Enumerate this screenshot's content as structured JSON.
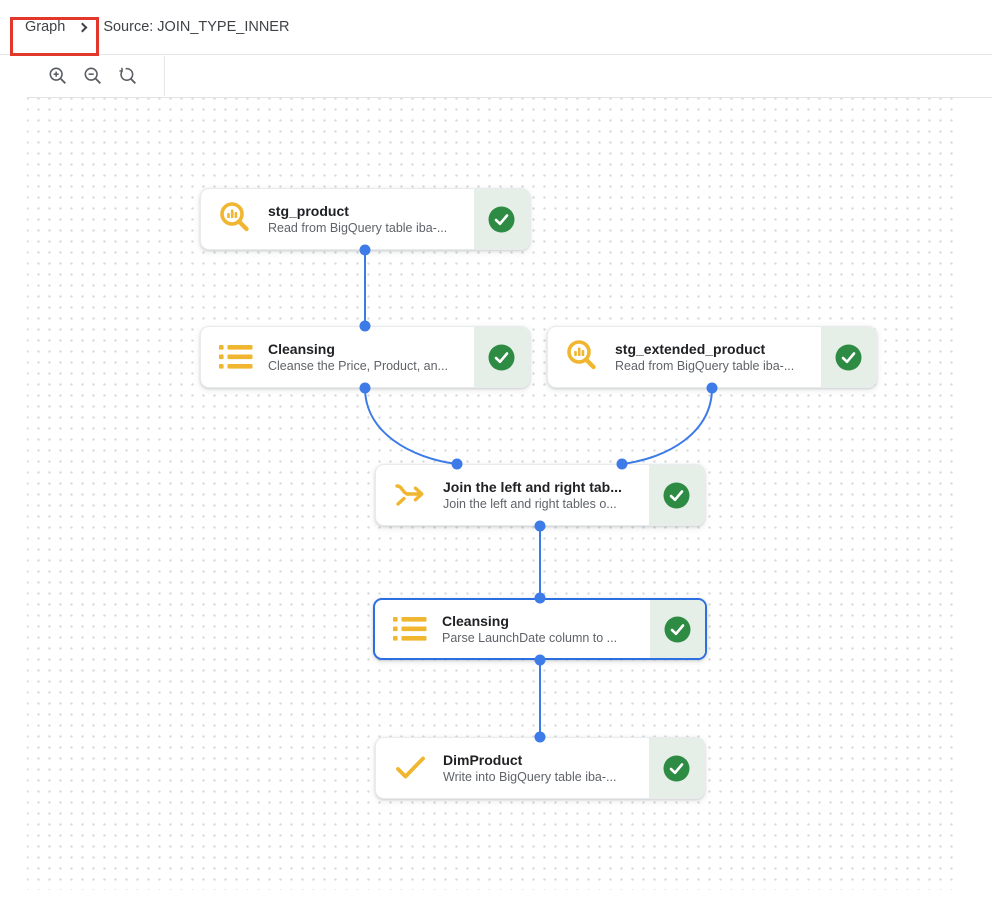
{
  "breadcrumb": {
    "graph_label": "Graph",
    "separator_icon": "chevron-right",
    "source_label": "Source: JOIN_TYPE_INNER"
  },
  "annotation": {
    "shape": "rectangle",
    "color": "#e2372b"
  },
  "toolbar": {
    "buttons": [
      {
        "icon": "zoom-in-magnifier-plus"
      },
      {
        "icon": "zoom-out-magnifier-minus"
      },
      {
        "icon": "zoom-reset-magnifier-arrow"
      }
    ]
  },
  "nodes": [
    {
      "id": "stg_product",
      "title": "stg_product",
      "subtitle": "Read from BigQuery table iba-...",
      "icon": "bigquery-read-magnifier-chart-icon",
      "status": "success",
      "selected": false
    },
    {
      "id": "cleansing_1",
      "title": "Cleansing",
      "subtitle": "Cleanse the Price, Product, an...",
      "icon": "recipe-list-icon",
      "status": "success",
      "selected": false
    },
    {
      "id": "stg_extended_product",
      "title": "stg_extended_product",
      "subtitle": "Read from BigQuery table iba-...",
      "icon": "bigquery-read-magnifier-chart-icon",
      "status": "success",
      "selected": false
    },
    {
      "id": "join_1",
      "title": "Join the left and right tab...",
      "subtitle": "Join the left and right tables o...",
      "icon": "join-merge-arrow-icon",
      "status": "success",
      "selected": false
    },
    {
      "id": "cleansing_2",
      "title": "Cleansing",
      "subtitle": "Parse LaunchDate column to ...",
      "icon": "recipe-list-icon",
      "status": "success",
      "selected": true
    },
    {
      "id": "dim_product",
      "title": "DimProduct",
      "subtitle": "Write into BigQuery table iba-...",
      "icon": "write-check-icon",
      "status": "success",
      "selected": false
    }
  ],
  "edges": [
    {
      "from": "stg_product",
      "to": "cleansing_1"
    },
    {
      "from": "cleansing_1",
      "to": "join_1"
    },
    {
      "from": "stg_extended_product",
      "to": "join_1"
    },
    {
      "from": "join_1",
      "to": "cleansing_2"
    },
    {
      "from": "cleansing_2",
      "to": "dim_product"
    }
  ],
  "colors": {
    "node_icon_yellow": "#f0b62f",
    "status_check_green": "#2e8b43",
    "status_panel_green": "#e6efe7",
    "edge_blue": "#3d7be8",
    "selected_border_blue": "#2b6fe3",
    "annotation_red": "#e2372b"
  }
}
